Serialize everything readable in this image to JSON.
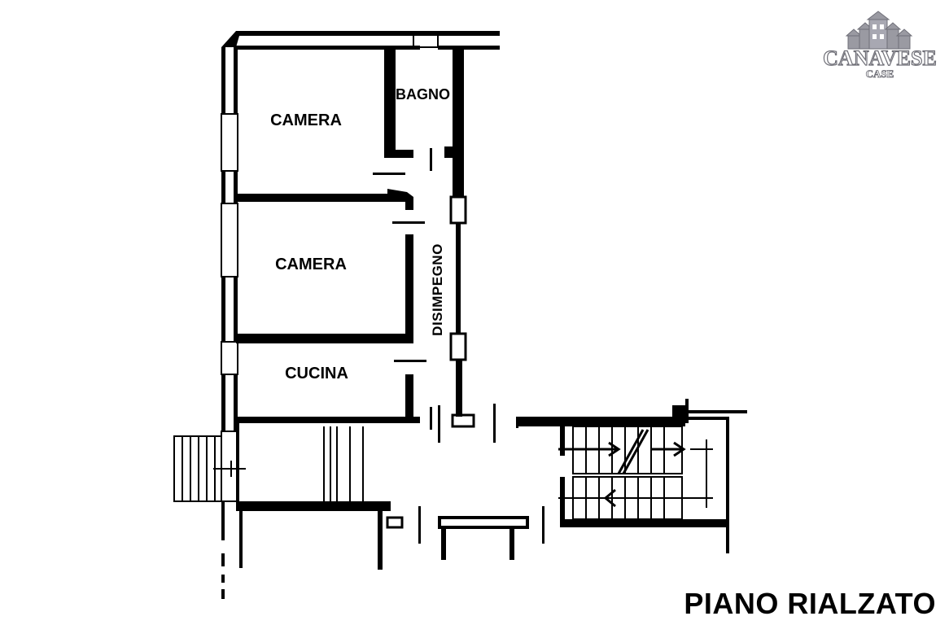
{
  "rooms": {
    "camera_top": "CAMERA",
    "camera_middle": "CAMERA",
    "cucina": "CUCINA",
    "bagno": "BAGNO",
    "disimpegno": "DISIMPEGNO"
  },
  "floor_title": "PIANO RIALZATO",
  "logo": {
    "name": "CANAVESE",
    "sub": "CASE",
    "icon": "houses-icon"
  }
}
